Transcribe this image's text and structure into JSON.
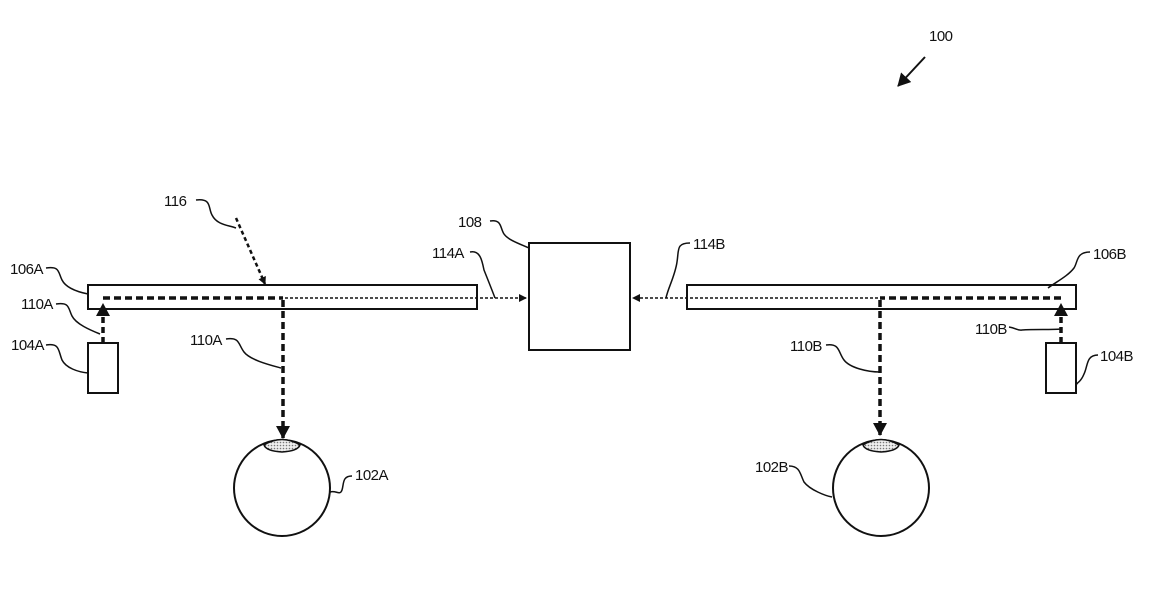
{
  "figure_label": "100",
  "labels": {
    "waveguide_a": "106A",
    "waveguide_b": "106B",
    "projector_a": "104A",
    "projector_b": "104B",
    "light_a_in": "110A",
    "light_a_out": "110A",
    "light_b_in": "110B",
    "light_b_out": "110B",
    "eye_a": "102A",
    "eye_b": "102B",
    "controller": "108",
    "signal_a": "114A",
    "signal_b": "114B",
    "ambient_light": "116"
  },
  "colors": {
    "line": "#111111",
    "pupil_fill": "#cfcfcf"
  }
}
